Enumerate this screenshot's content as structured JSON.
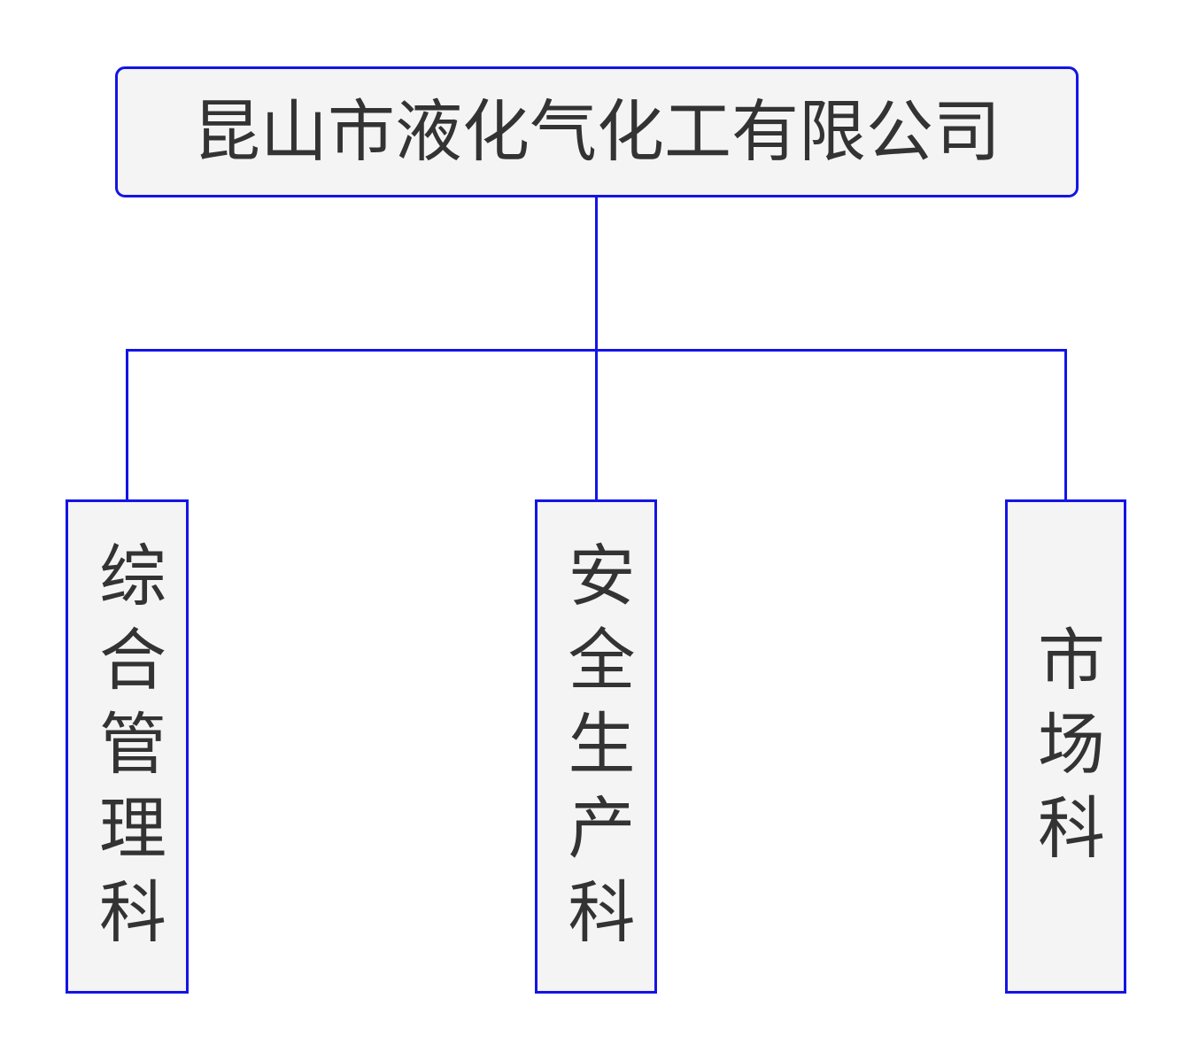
{
  "chart": {
    "type": "org-chart",
    "background_color": "#ffffff",
    "line_color": "#1414e6",
    "box_fill_color": "#f4f4f4",
    "box_border_color": "#1414e6",
    "text_color": "#333333",
    "root": {
      "label": "昆山市液化气化工有限公司",
      "text_orientation": "horizontal",
      "shape": "rounded-rectangle"
    },
    "children": [
      {
        "label": "综合管理科",
        "text_orientation": "vertical",
        "shape": "rectangle"
      },
      {
        "label": "安全生产科",
        "text_orientation": "vertical",
        "shape": "rectangle"
      },
      {
        "label": "市场科",
        "text_orientation": "vertical",
        "shape": "rectangle"
      }
    ]
  }
}
